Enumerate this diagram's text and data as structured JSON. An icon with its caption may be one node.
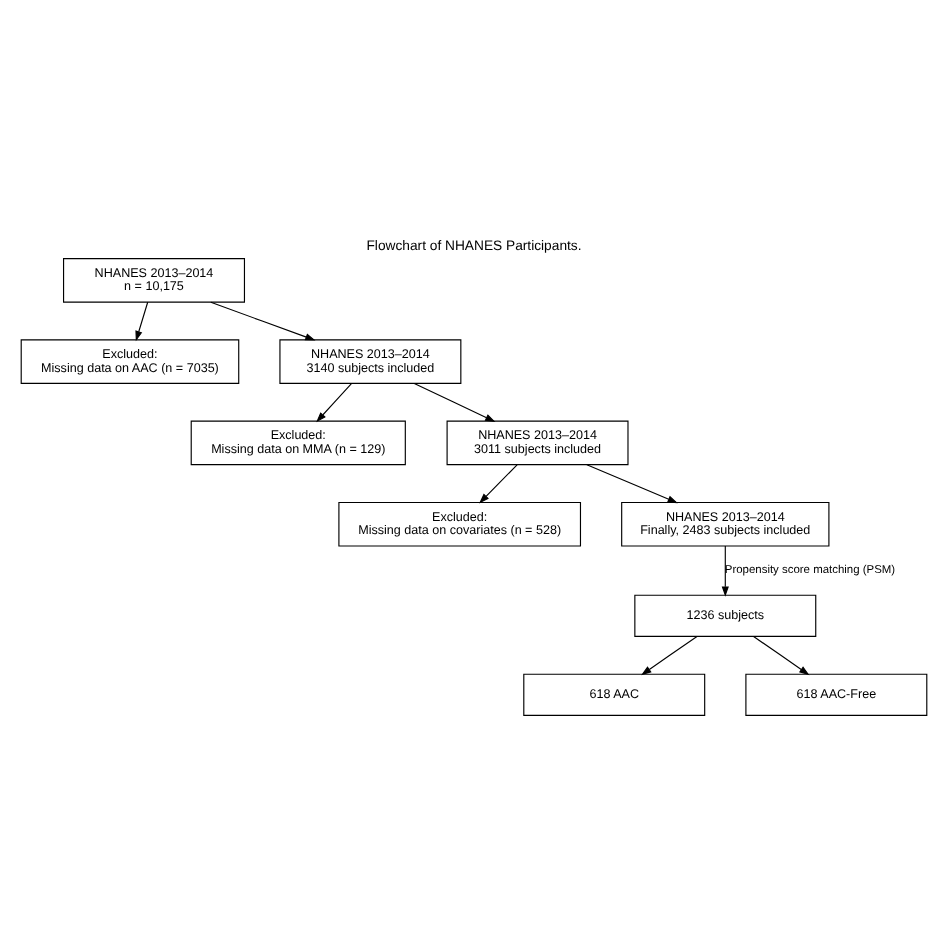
{
  "diagram": {
    "title": "Flowchart of NHANES Participants.",
    "nodes": [
      {
        "text": [
          "NHANES 2013–2014",
          "n = 10,175"
        ]
      },
      {
        "text": [
          "Excluded:",
          "Missing data on AAC (n = 7035)"
        ]
      },
      {
        "text": [
          "NHANES 2013–2014",
          "3140 subjects included"
        ]
      },
      {
        "text": [
          "Excluded:",
          "Missing data on MMA (n = 129)"
        ]
      },
      {
        "text": [
          "NHANES 2013–2014",
          "3011 subjects included"
        ]
      },
      {
        "text": [
          "Excluded:",
          "Missing data on covariates (n = 528)"
        ]
      },
      {
        "text": [
          "NHANES 2013–2014",
          "Finally, 2483 subjects included"
        ]
      },
      {
        "text": [
          "1236 subjects"
        ]
      },
      {
        "text": [
          "618 AAC"
        ]
      },
      {
        "text": [
          "618 AAC-Free"
        ]
      }
    ],
    "edges": [
      {
        "from": 0,
        "to": 2,
        "arrow": "to"
      },
      {
        "from": 0,
        "to": 1,
        "arrow": "to"
      },
      {
        "from": 2,
        "to": 4,
        "arrow": "to"
      },
      {
        "from": 2,
        "to": 3,
        "arrow": "to"
      },
      {
        "from": 4,
        "to": 6,
        "arrow": "to"
      },
      {
        "from": 4,
        "to": 5,
        "arrow": "to"
      },
      {
        "from": 6,
        "to": 7,
        "arrow": "to",
        "label": "Propensity score matching (PSM)"
      },
      {
        "from": 7,
        "to": 8,
        "arrow": "to"
      },
      {
        "from": 7,
        "to": 9,
        "arrow": "to"
      }
    ]
  }
}
